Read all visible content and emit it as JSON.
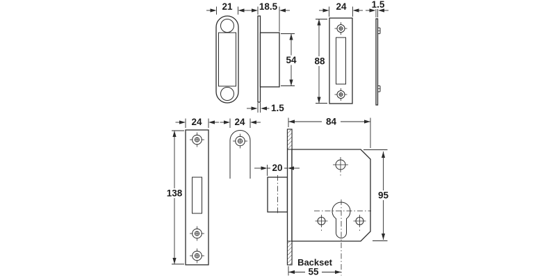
{
  "palette": {
    "background": "#ffffff",
    "line_color": "#2b2b2b",
    "text_color": "#1c1c1c"
  },
  "views": {
    "strike_plate_front": {
      "width": "21"
    },
    "strike_plate_side": {
      "depth": "18.5",
      "box_height": "54",
      "plate_thickness": "1.5"
    },
    "short_faceplate_front": {
      "width": "24",
      "height": "88"
    },
    "short_faceplate_side": {
      "thickness": "1.5"
    },
    "long_faceplate_front": {
      "width": "24",
      "height": "138"
    },
    "dust_box_front": {
      "width": "24"
    },
    "lock_case_side": {
      "case_width": "84",
      "case_height": "95",
      "bolt_throw": "20",
      "backset_label": "Backset",
      "backset_value": "55"
    }
  }
}
